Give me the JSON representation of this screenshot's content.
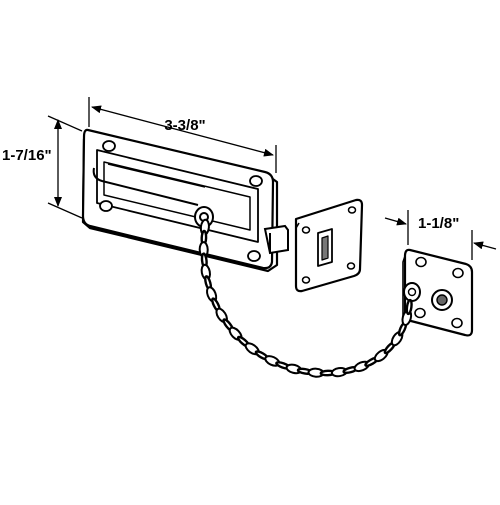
{
  "dimensions": {
    "length": "3-3/8\"",
    "height": "1-7/16\"",
    "bracket_width": "1-1/8\""
  },
  "colors": {
    "line": "#000000",
    "fill": "#ffffff",
    "hole": "#444444"
  }
}
